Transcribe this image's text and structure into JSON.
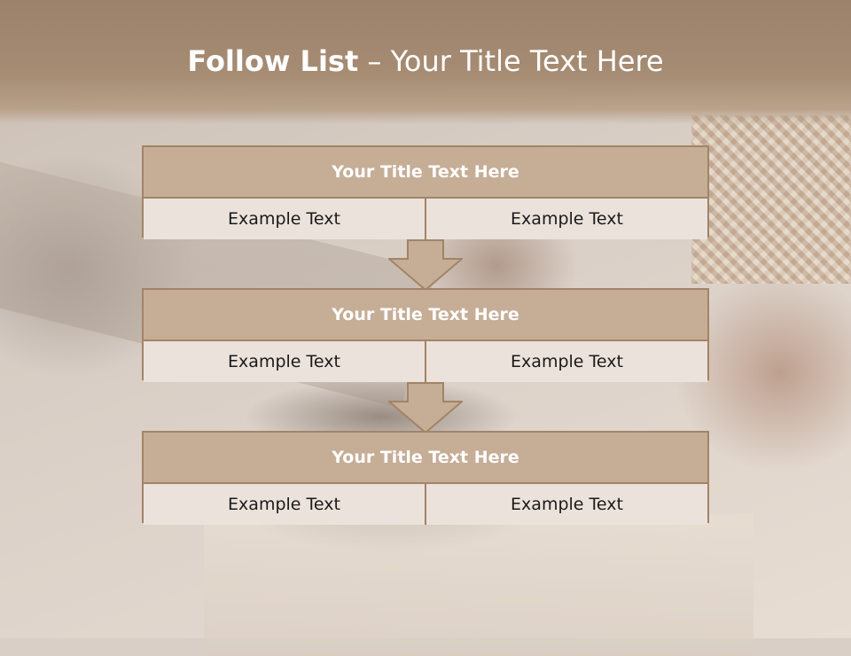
{
  "slide": {
    "title_bold": "Follow List",
    "title_rest": " – Your Title Text Here"
  },
  "steps": [
    {
      "title": "Your Title Text Here",
      "left_text": "Example Text",
      "right_text": "Example Text"
    },
    {
      "title": "Your Title Text Here",
      "left_text": "Example Text",
      "right_text": "Example Text"
    },
    {
      "title": "Your Title Text Here",
      "left_text": "Example Text",
      "right_text": "Example Text"
    }
  ],
  "colors": {
    "title_bar": "#a68c73",
    "box_header": "#c6ad96",
    "box_cell": "#ebe2dc",
    "border": "#a28467",
    "arrow_fill": "#c6ad96"
  },
  "icons": [
    "down-arrow-icon",
    "down-arrow-icon"
  ]
}
